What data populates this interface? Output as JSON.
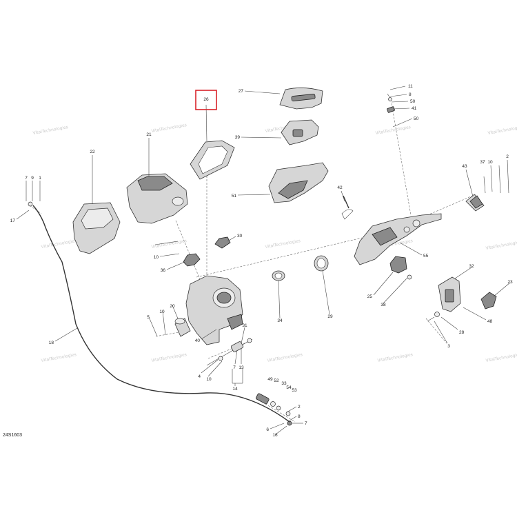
{
  "diagram": {
    "code": "24S1603",
    "highlighted_part": "26",
    "highlight_color": "#d8232a",
    "watermark_text": "VitalTechnologies",
    "labels": [
      "26",
      "27",
      "39",
      "51",
      "11",
      "8",
      "50",
      "41",
      "50",
      "21",
      "22",
      "7",
      "9",
      "1",
      "17",
      "42",
      "43",
      "37",
      "10",
      "2",
      "30",
      "36",
      "10",
      "55",
      "32",
      "23",
      "25",
      "38",
      "34",
      "29",
      "20",
      "10",
      "5",
      "40",
      "31",
      "28",
      "48",
      "3",
      "18",
      "7",
      "13",
      "4",
      "10",
      "14",
      "49",
      "52",
      "33",
      "54",
      "53",
      "2",
      "8",
      "7",
      "6",
      "16"
    ]
  }
}
